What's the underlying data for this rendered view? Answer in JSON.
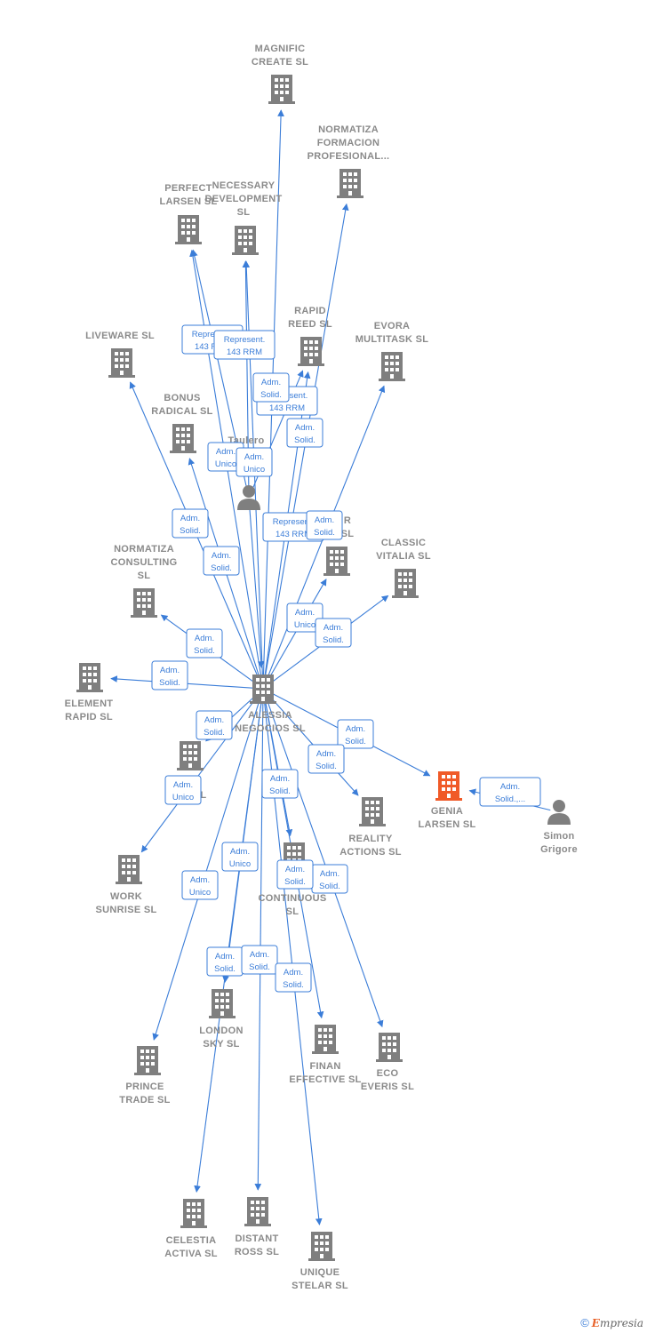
{
  "colors": {
    "node": "#7f7f7f",
    "highlight": "#f05a28",
    "edge": "#3b7dd8",
    "label": "#8a8a8a"
  },
  "nodes": [
    {
      "id": "alessia",
      "label": [
        "ALESSIA",
        "NEGOCIOS SL"
      ],
      "icon": "building-icon"
    },
    {
      "id": "magnific",
      "label": [
        "MAGNIFIC",
        "CREATE SL"
      ],
      "icon": "building-icon"
    },
    {
      "id": "normatiza_form",
      "label": [
        "NORMATIZA",
        "FORMACION",
        "PROFESIONAL..."
      ],
      "icon": "building-icon"
    },
    {
      "id": "perfect",
      "label": [
        "PERFECT",
        "LARSEN SL"
      ],
      "icon": "building-icon"
    },
    {
      "id": "necessary",
      "label": [
        "NECESSARY",
        "DEVELOPMENT",
        "SL"
      ],
      "icon": "building-icon"
    },
    {
      "id": "liveware",
      "label": [
        "LIVEWARE SL"
      ],
      "icon": "building-icon"
    },
    {
      "id": "rapid_reed",
      "label": [
        "RAPID",
        "REED SL"
      ],
      "icon": "building-icon"
    },
    {
      "id": "evora",
      "label": [
        "EVORA",
        "MULTITASK SL"
      ],
      "icon": "building-icon"
    },
    {
      "id": "bonus",
      "label": [
        "BONUS",
        "RADICAL SL"
      ],
      "icon": "building-icon"
    },
    {
      "id": "taulero",
      "label": [
        "Taulero"
      ],
      "icon": "person-icon"
    },
    {
      "id": "xsl",
      "label": [
        "R",
        "SL"
      ],
      "icon": "building-icon"
    },
    {
      "id": "classic",
      "label": [
        "CLASSIC",
        "VITALIA SL"
      ],
      "icon": "building-icon"
    },
    {
      "id": "normatiza_cons",
      "label": [
        "NORMATIZA",
        "CONSULTING",
        "SL"
      ],
      "icon": "building-icon"
    },
    {
      "id": "element",
      "label": [
        "ELEMENT",
        "RAPID SL"
      ],
      "icon": "building-icon"
    },
    {
      "id": "genia",
      "label": [
        "GENIA",
        "LARSEN SL"
      ],
      "icon": "building-icon",
      "highlight": true
    },
    {
      "id": "simon",
      "label": [
        "Simon",
        "Grigore"
      ],
      "icon": "person-icon"
    },
    {
      "id": "reality",
      "label": [
        "REALITY",
        "ACTIONS SL"
      ],
      "icon": "building-icon"
    },
    {
      "id": "lege",
      "label": [
        "GE",
        "LE SL"
      ],
      "icon": "building-icon"
    },
    {
      "id": "work",
      "label": [
        "WORK",
        "SUNRISE SL"
      ],
      "icon": "building-icon"
    },
    {
      "id": "continuous",
      "label": [
        "CONTINUOUS",
        "SL"
      ],
      "icon": "building-icon"
    },
    {
      "id": "london",
      "label": [
        "LONDON",
        "SKY SL"
      ],
      "icon": "building-icon"
    },
    {
      "id": "finan",
      "label": [
        "FINAN",
        "EFFECTIVE SL"
      ],
      "icon": "building-icon"
    },
    {
      "id": "eco",
      "label": [
        "ECO",
        "EVERIS SL"
      ],
      "icon": "building-icon"
    },
    {
      "id": "prince",
      "label": [
        "PRINCE",
        "TRADE SL"
      ],
      "icon": "building-icon"
    },
    {
      "id": "celestia",
      "label": [
        "CELESTIA",
        "ACTIVA SL"
      ],
      "icon": "building-icon"
    },
    {
      "id": "distant",
      "label": [
        "DISTANT",
        "ROSS SL"
      ],
      "icon": "building-icon"
    },
    {
      "id": "unique",
      "label": [
        "UNIQUE",
        "STELAR SL"
      ],
      "icon": "building-icon"
    }
  ],
  "edge_labels": [
    [
      "Represent.",
      "143 RRM"
    ],
    [
      "Adm.",
      "Solid."
    ],
    [
      "Adm.",
      "Unico"
    ],
    [
      "Adm.",
      "Solid.,..."
    ]
  ],
  "edges": [
    {
      "from": "alessia",
      "to": "magnific",
      "label": null
    },
    {
      "from": "alessia",
      "to": "normatiza_form",
      "label": 1
    },
    {
      "from": "alessia",
      "to": "perfect",
      "label": 0
    },
    {
      "from": "alessia",
      "to": "necessary",
      "label": 0
    },
    {
      "from": "alessia",
      "to": "liveware",
      "label": 1
    },
    {
      "from": "alessia",
      "to": "rapid_reed",
      "label": 0
    },
    {
      "from": "alessia",
      "to": "evora",
      "label": 2
    },
    {
      "from": "alessia",
      "to": "bonus",
      "label": 1
    },
    {
      "from": "taulero",
      "to": "perfect",
      "label": 2
    },
    {
      "from": "taulero",
      "to": "necessary",
      "label": 2
    },
    {
      "from": "taulero",
      "to": "rapid_reed",
      "label": 1
    },
    {
      "from": "taulero",
      "to": "alessia",
      "label": 0
    },
    {
      "from": "alessia",
      "to": "xsl",
      "label": 1
    },
    {
      "from": "alessia",
      "to": "classic",
      "label": 1
    },
    {
      "from": "alessia",
      "to": "normatiza_cons",
      "label": 1
    },
    {
      "from": "alessia",
      "to": "element",
      "label": 1
    },
    {
      "from": "alessia",
      "to": "genia",
      "label": 1
    },
    {
      "from": "simon",
      "to": "genia",
      "label": 3
    },
    {
      "from": "alessia",
      "to": "reality",
      "label": 1
    },
    {
      "from": "alessia",
      "to": "lege",
      "label": 2
    },
    {
      "from": "alessia",
      "to": "work",
      "label": 2
    },
    {
      "from": "alessia",
      "to": "continuous",
      "label": 2
    },
    {
      "from": "alessia",
      "to": "london",
      "label": 1
    },
    {
      "from": "alessia",
      "to": "finan",
      "label": 1
    },
    {
      "from": "alessia",
      "to": "eco",
      "label": 1
    },
    {
      "from": "alessia",
      "to": "prince",
      "label": 1
    },
    {
      "from": "alessia",
      "to": "celestia",
      "label": 1
    },
    {
      "from": "alessia",
      "to": "distant",
      "label": 1
    },
    {
      "from": "alessia",
      "to": "unique",
      "label": 1
    }
  ],
  "footer": {
    "copyright": "©",
    "brand_initial": "E",
    "brand_rest": "mpresia"
  }
}
